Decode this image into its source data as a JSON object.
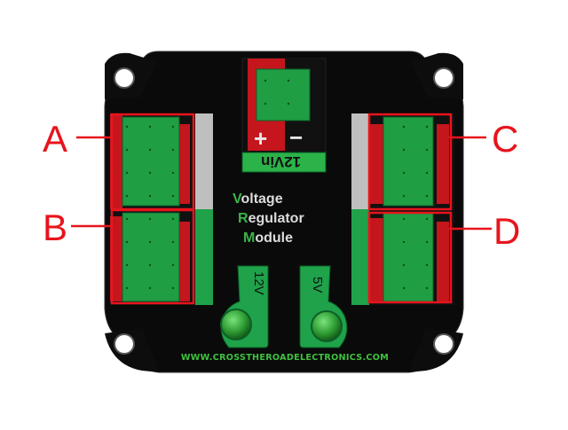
{
  "title": {
    "line1_initial": "V",
    "line1_rest": "oltage",
    "line2_initial": "R",
    "line2_rest": "egulator",
    "line3_initial": "M",
    "line3_rest": "odule"
  },
  "website": "WWW.CROSSTHEROADELECTRONICS.COM",
  "input_connector": {
    "label": "12Vin",
    "plus": "+",
    "minus": "−"
  },
  "outputs": {
    "left_pill": "12V",
    "right_pill": "5V"
  },
  "callouts": [
    "A",
    "B",
    "C",
    "D"
  ],
  "colors": {
    "board": "#0a0a0a",
    "connector_green": "#1f9e44",
    "red_accent": "#c4161c",
    "callout_red": "#e8141c",
    "text_green": "#39b54a"
  }
}
